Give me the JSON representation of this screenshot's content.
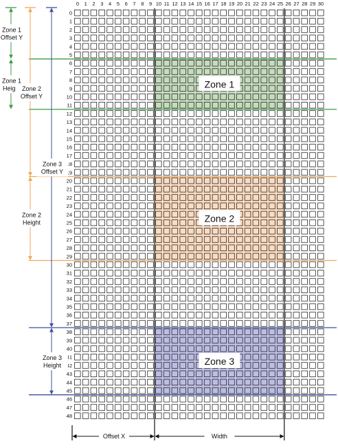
{
  "grid": {
    "columns": 31,
    "rows": 49,
    "column_labels": [
      "0",
      "1",
      "2",
      "3",
      "4",
      "5",
      "6",
      "7",
      "8",
      "9",
      "10",
      "11",
      "12",
      "13",
      "14",
      "15",
      "16",
      "17",
      "18",
      "19",
      "20",
      "21",
      "22",
      "23",
      "24",
      "25",
      "26",
      "27",
      "28",
      "29",
      "30"
    ],
    "row_labels": [
      "0",
      "1",
      "2",
      "3",
      "4",
      "5",
      "6",
      "7",
      "8",
      "9",
      "10",
      "11",
      "12",
      "13",
      "14",
      "15",
      "16",
      "17",
      "18",
      "19",
      "20",
      "21",
      "22",
      "23",
      "24",
      "25",
      "26",
      "27",
      "28",
      "29",
      "30",
      "31",
      "32",
      "33",
      "34",
      "35",
      "36",
      "37",
      "38",
      "39",
      "40",
      "41",
      "42",
      "43",
      "44",
      "45",
      "46",
      "47",
      "48"
    ]
  },
  "zones": [
    {
      "name": "Zone 1",
      "col_start": 10,
      "col_end": 25,
      "row_start": 6,
      "row_end": 11,
      "color": "#3c9a46",
      "fill": "#c6dcbe",
      "offset_label": [
        "Zone 1",
        "Offset Y"
      ],
      "height_label": [
        "Zone 1",
        "Height"
      ]
    },
    {
      "name": "Zone 2",
      "col_start": 10,
      "col_end": 25,
      "row_start": 20,
      "row_end": 29,
      "color": "#f2a65a",
      "fill": "#fbdcc2",
      "offset_label": [
        "Zone 2",
        "Offset Y"
      ],
      "height_label": [
        "Zone 2",
        "Height"
      ]
    },
    {
      "name": "Zone 3",
      "col_start": 10,
      "col_end": 25,
      "row_start": 38,
      "row_end": 45,
      "color": "#3f4f9c",
      "fill": "#bcbde4",
      "offset_label": [
        "Zone 3",
        "Offset Y"
      ],
      "height_label": [
        "Zone 3",
        "Height"
      ]
    }
  ],
  "bottom_labels": {
    "offset_x": "Offset X",
    "width": "Width"
  }
}
